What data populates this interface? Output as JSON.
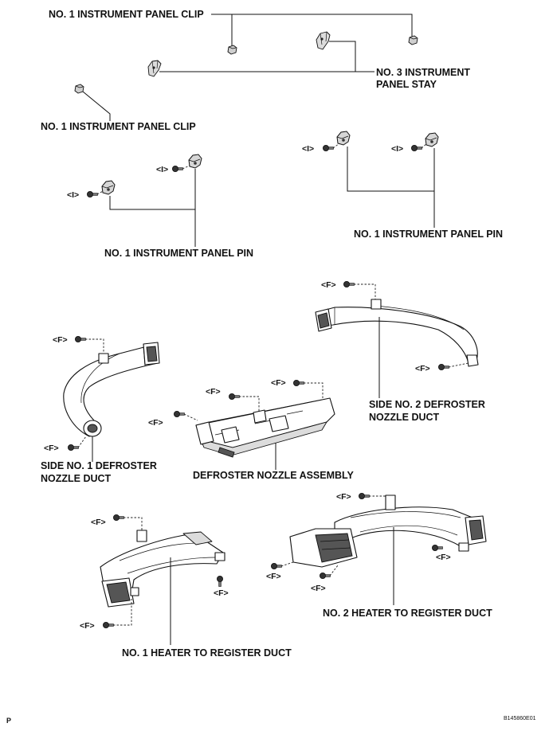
{
  "labels": {
    "clip_top": "NO. 1 INSTRUMENT PANEL CLIP",
    "stay_line1": "NO. 3 INSTRUMENT",
    "stay_line2": "PANEL STAY",
    "clip_left": "NO. 1 INSTRUMENT PANEL CLIP",
    "pin_left": "NO. 1 INSTRUMENT PANEL PIN",
    "pin_right": "NO. 1 INSTRUMENT PANEL PIN",
    "side2_line1": "SIDE NO. 2 DEFROSTER",
    "side2_line2": "NOZZLE DUCT",
    "side1_line1": "SIDE NO. 1 DEFROSTER",
    "side1_line2": "NOZZLE DUCT",
    "defroster": "DEFROSTER NOZZLE ASSEMBLY",
    "heater2": "NO. 2 HEATER TO REGISTER DUCT",
    "heater1": "NO. 1 HEATER TO REGISTER DUCT"
  },
  "fastener_marks": {
    "i": "<I>",
    "f": "<F>"
  },
  "footer": {
    "page_letter": "P",
    "figure_id": "B145860E01"
  }
}
